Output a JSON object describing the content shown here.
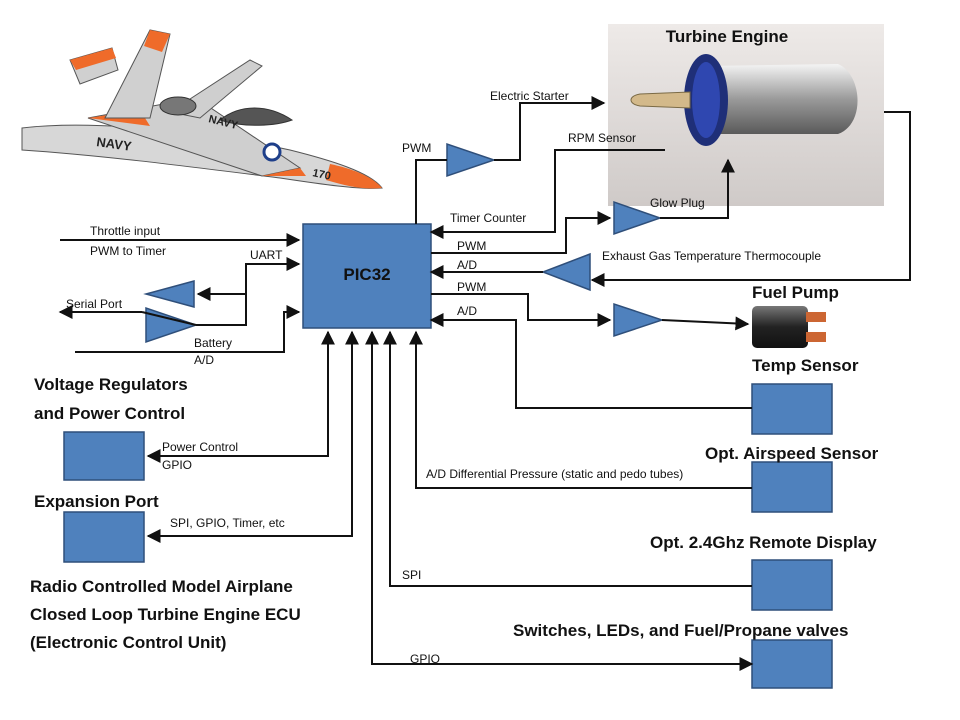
{
  "core": {
    "label": "PIC32"
  },
  "engine": {
    "title": "Turbine Engine"
  },
  "headings": {
    "fuel_pump": "Fuel Pump",
    "temp_sensor": "Temp Sensor",
    "airspeed": "Opt. Airspeed Sensor",
    "remote_display": "Opt. 2.4Ghz Remote Display",
    "switches": "Switches, LEDs, and Fuel/Propane valves",
    "voltage_line1": "Voltage Regulators",
    "voltage_line2": "and Power Control",
    "expansion": "Expansion Port"
  },
  "caption": {
    "line1": "Radio Controlled Model Airplane",
    "line2": "Closed Loop Turbine Engine ECU",
    "line3": "(Electronic Control Unit)"
  },
  "signals": {
    "pwm_top": "PWM",
    "electric_starter": "Electric  Starter",
    "rpm_sensor": "RPM Sensor",
    "timer_counter": "Timer Counter",
    "glow_plug": "Glow Plug",
    "pwm_glow": "PWM",
    "ad_egt": "A/D",
    "egt": "Exhaust Gas Temperature Thermocouple",
    "pwm_fuel": "PWM",
    "ad_temp": "A/D",
    "throttle1": "Throttle input",
    "throttle2": "PWM to Timer",
    "uart": "UART",
    "serial_port": "Serial Port",
    "battery": "Battery",
    "battery_ad": "A/D",
    "power_control": "Power Control",
    "gpio_power": "GPIO",
    "expansion_bus": "SPI, GPIO, Timer, etc",
    "airspeed_ad": "A/D Differential Pressure (static and pedo tubes)",
    "spi": "SPI",
    "gpio_bottom": "GPIO"
  },
  "airplane": {
    "tail_text": "NAVY",
    "wing_text": "NAVY",
    "number": "170"
  },
  "colors": {
    "block": "#4f81bd",
    "block_border": "#2f4f7a",
    "wire": "#111111"
  }
}
